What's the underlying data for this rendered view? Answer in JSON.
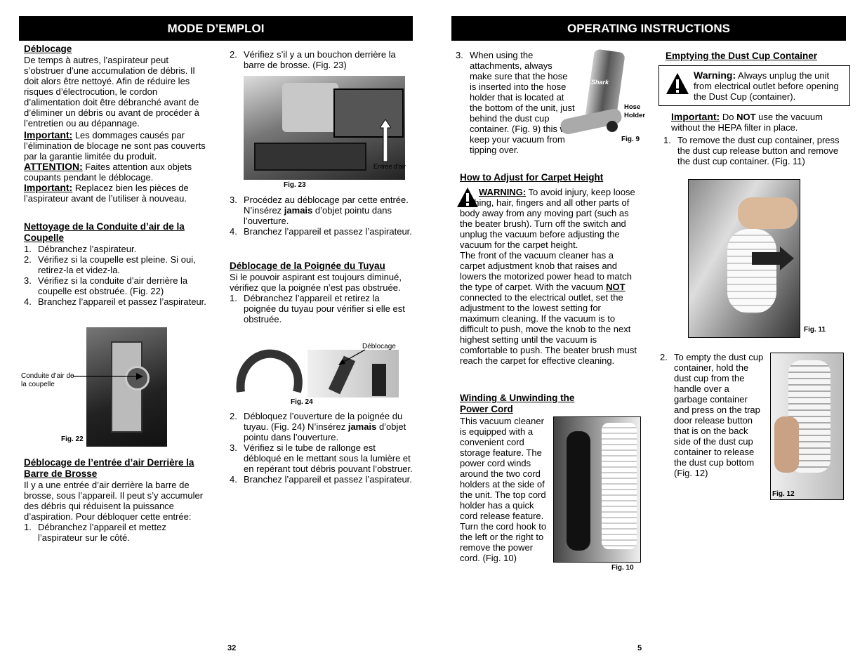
{
  "left": {
    "header": "MODE D’EMPLOI",
    "deblocage": {
      "title": "Déblocage",
      "body": "De temps à autres, l’aspirateur peut s’obstruer d’une accumulation de débris. Il doit alors être nettoyé. Afin de réduire les risques d’électrocution, le cordon d’alimentation doit être débranché avant de d’éliminer un débris ou avant de procéder à l’entretien ou au dépannage.",
      "imp1_label": "Important:",
      "imp1_text": " Les dommages causés par l’élimination de blocage ne sont pas couverts par la garantie limitée du produit.",
      "att_label": "ATTENTION:",
      "att_text": " Faites attention aux objets coupants pendant le déblocage.",
      "imp2_label": "Important:",
      "imp2_text": " Replacez bien les pièces de l’aspirateur avant de l’utiliser à nouveau."
    },
    "conduite": {
      "title": "Nettoyage de la Conduite d’air de la Coupelle",
      "steps": [
        {
          "n": "1.",
          "t": "Débranchez l’aspirateur."
        },
        {
          "n": "2.",
          "t": "Vérifiez si la coupelle est pleine. Si oui, retirez-la et videz-la."
        },
        {
          "n": "3.",
          "t": "Vérifiez si la conduite d’air derrière la coupelle est obstruée. (Fig. 22)"
        },
        {
          "n": "4.",
          "t": "Branchez l’appareil et passez l’aspirateur."
        }
      ],
      "fig_label": "Conduite d’air de la coupelle",
      "fig": "Fig. 22"
    },
    "entree": {
      "title": "Déblocage de l’entrée d’air Derrière la Barre de Brosse",
      "body": "Il y a une entrée d’air derrière la barre de brosse, sous l’appareil. Il peut s’y accumuler des débris qui réduisent la puissance d’aspiration. Pour débloquer cette entrée:",
      "steps": [
        {
          "n": "1.",
          "t": "Débranchez l’appareil et mettez l’aspirateur sur le côté."
        }
      ]
    },
    "col2": {
      "step2_n": "2.",
      "step2": "Vérifiez s’il y a un bouchon derrière la barre de brosse. (Fig. 23)",
      "fig23_label": "Entrée d’air",
      "fig23": "Fig. 23",
      "step3_n": "3.",
      "step3_a": "Procédez au déblocage par cette entrée. N’insérez ",
      "step3_b": "jamais",
      "step3_c": " d’objet pointu dans l’ouverture.",
      "step4_n": "4.",
      "step4": "Branchez l’appareil et passez l’aspirateur.",
      "poignee_title": "Déblocage de la Poignée du Tuyau",
      "poignee_body": "Si le pouvoir aspirant est toujours diminué, vérifiez que la poignée n’est pas obstruée.",
      "p1_n": "1.",
      "p1": "Débranchez l’appareil et retirez la poignée du tuyau pour vérifier si elle est obstruée.",
      "fig24_label": "Déblocage",
      "fig24": "Fig. 24",
      "p2_n": "2.",
      "p2_a": "Débloquez l’ouverture de la poignée du tuyau. (Fig. 24) N’insérez ",
      "p2_b": "jamais",
      "p2_c": " d’objet pointu dans l’ouverture.",
      "p3_n": "3.",
      "p3": "Vérifiez si le tube de rallonge est débloqué en le mettant sous la lumière et en repérant tout débris pouvant l’obstruer.",
      "p4_n": "4.",
      "p4": "Branchez l’appareil et passez l’aspirateur."
    },
    "page": "32"
  },
  "right": {
    "header": "OPERATING INSTRUCTIONS",
    "step3_n": "3.",
    "step3": "When using the attachments, always make sure that the hose is inserted into the hose holder that is located at the bottom of the unit, just behind the dust cup container. (Fig. 9) this will keep your vacuum from tipping over.",
    "fig9_label": "Hose Holder",
    "fig9": "Fig. 9",
    "fig9_brand": "Shark",
    "carpet": {
      "title": "How to Adjust for Carpet Height",
      "warn_label": "WARNING:",
      "warn_text": " To avoid injury, keep loose clothing, hair, fingers and all other parts of body away from any moving part (such as the beater brush). Turn off the switch and unplug the vacuum before adjusting the vacuum for the  carpet height.",
      "body_a": "The front of the vacuum cleaner has a carpet adjustment knob that raises and lowers the motorized power head to match the type of carpet. With the vacuum ",
      "body_not": "NOT",
      "body_b": " connected to the electrical outlet, set the adjustment to the lowest setting for maximum cleaning. If the vacuum is to difficult to push, move the knob to the next highest setting until the vacuum is comfortable to push. The beater brush must reach the carpet for effective cleaning."
    },
    "cord": {
      "title": "Winding & Unwinding the Power Cord",
      "body": "This vacuum cleaner is equipped with a convenient cord storage feature. The power cord winds around the two cord holders at the side of the unit.  The top cord holder has a quick cord release feature. Turn the cord hook to the left or the right to remove the power cord. (Fig. 10)",
      "fig": "Fig. 10"
    },
    "dust": {
      "title": "Emptying the Dust Cup Container",
      "warn_label": "Warning:",
      "warn_text": " Always unplug the unit from electrical outlet before opening the Dust Cup (container).",
      "imp_label": "Important:",
      "imp_a": " Do ",
      "imp_not": "NOT",
      "imp_b": " use the vacuum without the HEPA  filter in place.",
      "s1_n": "1.",
      "s1": "To remove the dust cup container, press the dust cup release button and remove the dust cup container. (Fig. 11)",
      "fig11": "Fig. 11",
      "s2_n": "2.",
      "s2": "To empty the dust cup container, hold the dust cup from the handle over a garbage container and press on the trap door release button that is on the back side of the dust cup container to release the dust cup bottom (Fig. 12)",
      "fig12": "Fig. 12"
    },
    "page": "5"
  },
  "colors": {
    "bar": "#000000",
    "bar_text": "#ffffff"
  },
  "icons": [
    "warning-triangle-icon"
  ]
}
